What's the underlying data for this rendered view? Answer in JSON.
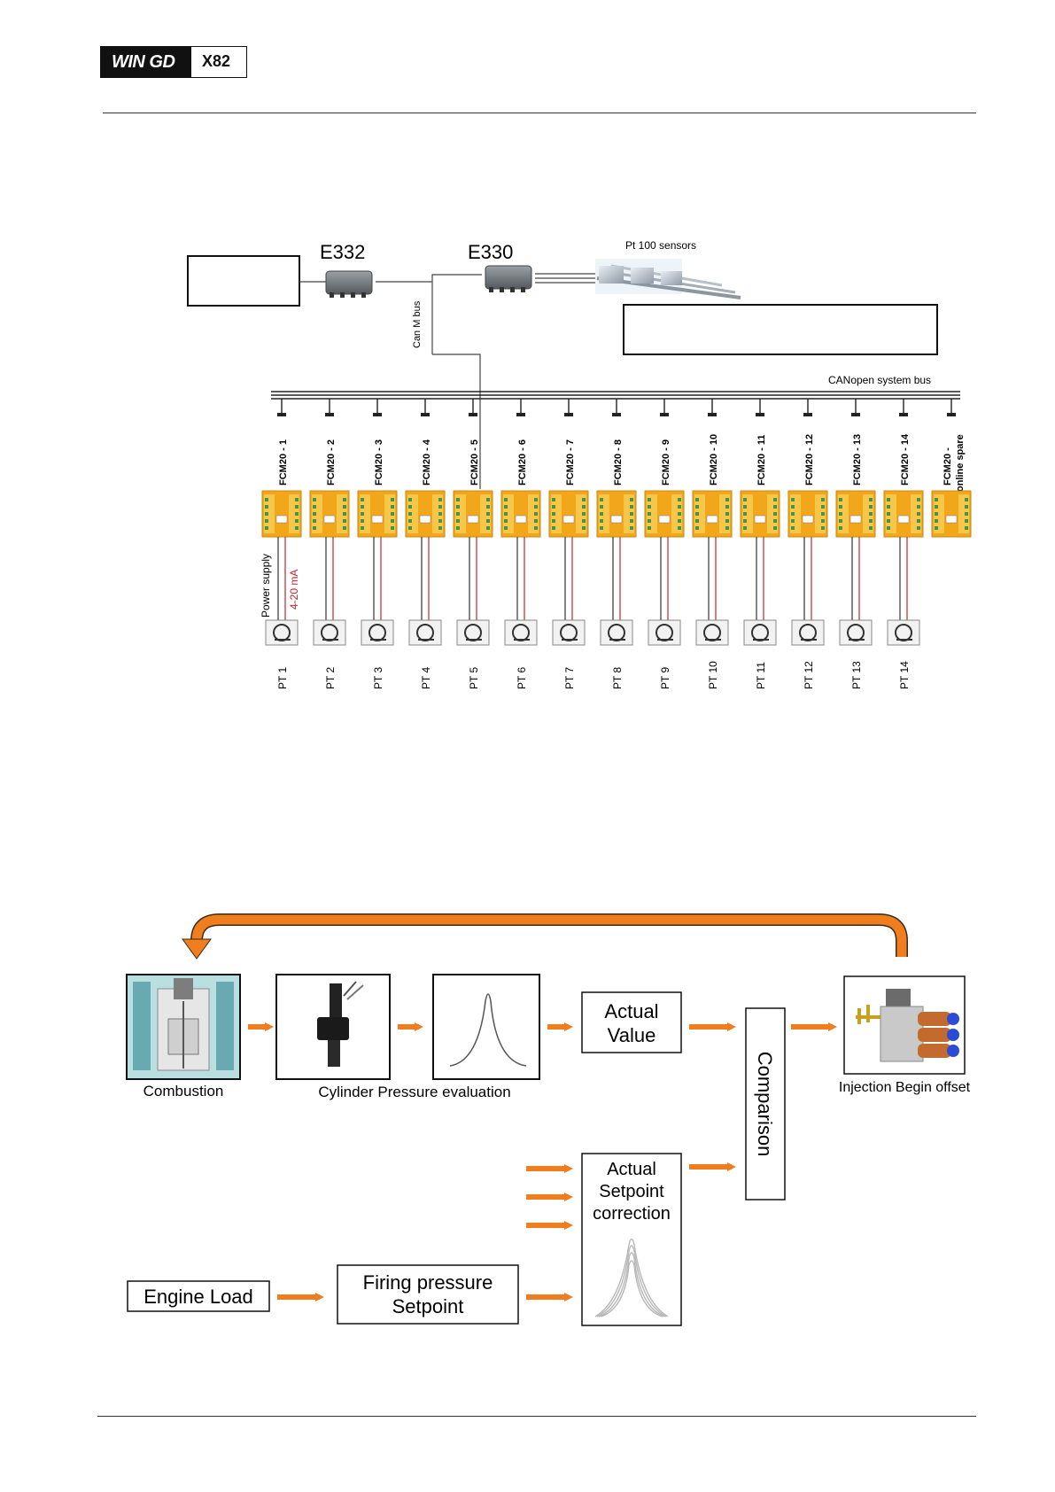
{
  "header": {
    "brand": "WIN GD",
    "model": "X82"
  },
  "topology": {
    "e332_label": "E332",
    "e330_label": "E330",
    "pt100_label": "Pt 100 sensors",
    "can_m_bus_label": "Can M bus",
    "canopen_label": "CANopen system bus",
    "power_supply_label": "Power supply",
    "current_label": "4-20 mA",
    "modules": [
      {
        "fcm": "FCM20 - 1",
        "pt": "PT 1"
      },
      {
        "fcm": "FCM20 - 2",
        "pt": "PT 2"
      },
      {
        "fcm": "FCM20 - 3",
        "pt": "PT 3"
      },
      {
        "fcm": "FCM20 - 4",
        "pt": "PT 4"
      },
      {
        "fcm": "FCM20 - 5",
        "pt": "PT 5"
      },
      {
        "fcm": "FCM20 - 6",
        "pt": "PT 6"
      },
      {
        "fcm": "FCM20 - 7",
        "pt": "PT 7"
      },
      {
        "fcm": "FCM20 - 8",
        "pt": "PT 8"
      },
      {
        "fcm": "FCM20 - 9",
        "pt": "PT 9"
      },
      {
        "fcm": "FCM20 - 10",
        "pt": "PT 10"
      },
      {
        "fcm": "FCM20 - 11",
        "pt": "PT 11"
      },
      {
        "fcm": "FCM20 - 12",
        "pt": "PT 12"
      },
      {
        "fcm": "FCM20 - 13",
        "pt": "PT 13"
      },
      {
        "fcm": "FCM20 - 14",
        "pt": "PT 14"
      }
    ],
    "spare": {
      "line1": "FCM20 -",
      "line2": "online spare"
    }
  },
  "control": {
    "combustion": "Combustion",
    "cylinder_pressure": "Cylinder Pressure evaluation",
    "actual_value_1": "Actual",
    "actual_value_2": "Value",
    "comparison": "Comparison",
    "injection": "Injection Begin offset",
    "setpoint_1": "Actual",
    "setpoint_2": "Setpoint",
    "setpoint_3": "correction",
    "engine_load": "Engine Load",
    "firing_1": "Firing pressure",
    "firing_2": "Setpoint"
  },
  "colors": {
    "arrow": "#f07d1e",
    "module": "#f2a71b",
    "module_light": "#f9c64a",
    "signal": "#c0262d"
  }
}
